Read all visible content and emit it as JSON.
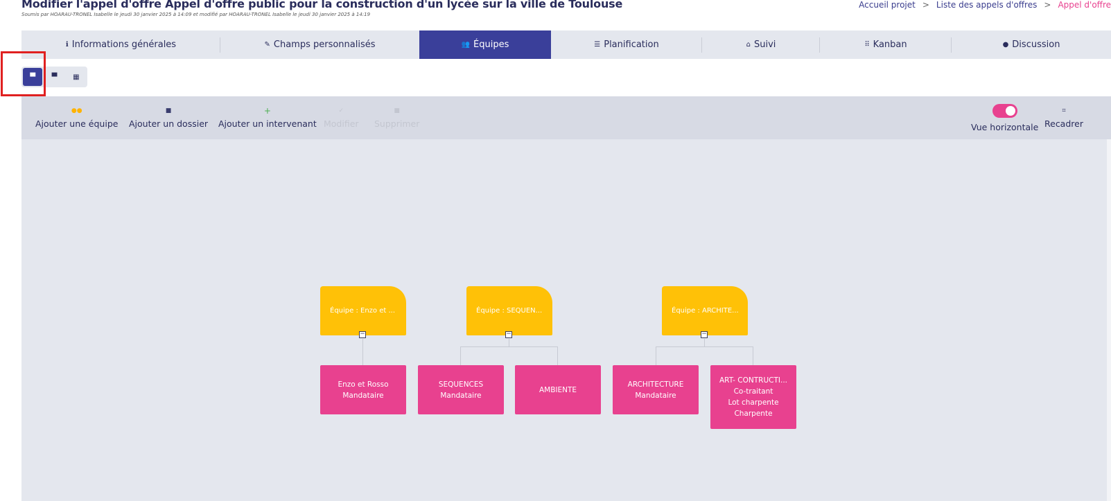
{
  "header": {
    "title": "Modifier l'appel d'offre Appel d'offre public pour la construction d'un lycée sur la ville de Toulouse",
    "subtitle": "Soumis par HOARAU-TRONEL Isabelle le jeudi 30 janvier 2025 à 14:09 et modifié par HOARAU-TRONEL Isabelle le jeudi 30 janvier 2025 à 14:19",
    "breadcrumb": [
      "Accueil projet",
      "Liste des appels d'offres",
      "Appel d'offre"
    ],
    "breadcrumb_sep": ">"
  },
  "tabs": [
    {
      "label": "Informations générales",
      "icon": "info-icon",
      "glyph": "ℹ"
    },
    {
      "label": "Champs personnalisés",
      "icon": "user-edit-icon",
      "glyph": "✎"
    },
    {
      "label": "Équipes",
      "icon": "users-icon",
      "glyph": "👥"
    },
    {
      "label": "Planification",
      "icon": "gantt-icon",
      "glyph": "☰"
    },
    {
      "label": "Suivi",
      "icon": "bank-icon",
      "glyph": "⌂"
    },
    {
      "label": "Kanban",
      "icon": "kanban-icon",
      "glyph": "⠿"
    },
    {
      "label": "Discussion",
      "icon": "comment-icon",
      "glyph": "●"
    }
  ],
  "active_tab": "Équipes",
  "view_switch": [
    {
      "icon": "org-chart-vertical-icon",
      "glyph": "▀"
    },
    {
      "icon": "org-chart-compact-icon",
      "glyph": "▀"
    },
    {
      "icon": "grid-icon",
      "glyph": "▦"
    }
  ],
  "toolbar": {
    "add_team": "Ajouter une équipe",
    "add_folder": "Ajouter un dossier",
    "add_contributor": "Ajouter un intervenant",
    "edit": "Modifier",
    "delete": "Supprimer",
    "horizontal_view": "Vue horizontale",
    "recenter": "Recadrer",
    "icons": {
      "add_team": "users-plus-icon",
      "add_folder": "folder-plus-icon",
      "add_contributor": "plus-icon",
      "edit": "check-icon",
      "delete": "trash-icon",
      "recenter": "crop-icon"
    }
  },
  "org_chart": {
    "teams": [
      {
        "label": "Équipe : Enzo et ...",
        "members": [
          [
            "Enzo et Rosso",
            "Mandataire"
          ]
        ]
      },
      {
        "label": "Équipe : SEQUEN...",
        "members": [
          [
            "SEQUENCES",
            "Mandataire"
          ],
          [
            "AMBIENTE"
          ]
        ]
      },
      {
        "label": "Équipe : ARCHITE...",
        "members": [
          [
            "ARCHITECTURE",
            "Mandataire"
          ],
          [
            "ART- CONTRUCTI...",
            "Co-traitant",
            "Lot charpente",
            "Charpente"
          ]
        ]
      }
    ]
  },
  "colors": {
    "primary": "#3a3f9a",
    "accent": "#e8418f",
    "team": "#ffc107",
    "highlight": "#e02020"
  }
}
